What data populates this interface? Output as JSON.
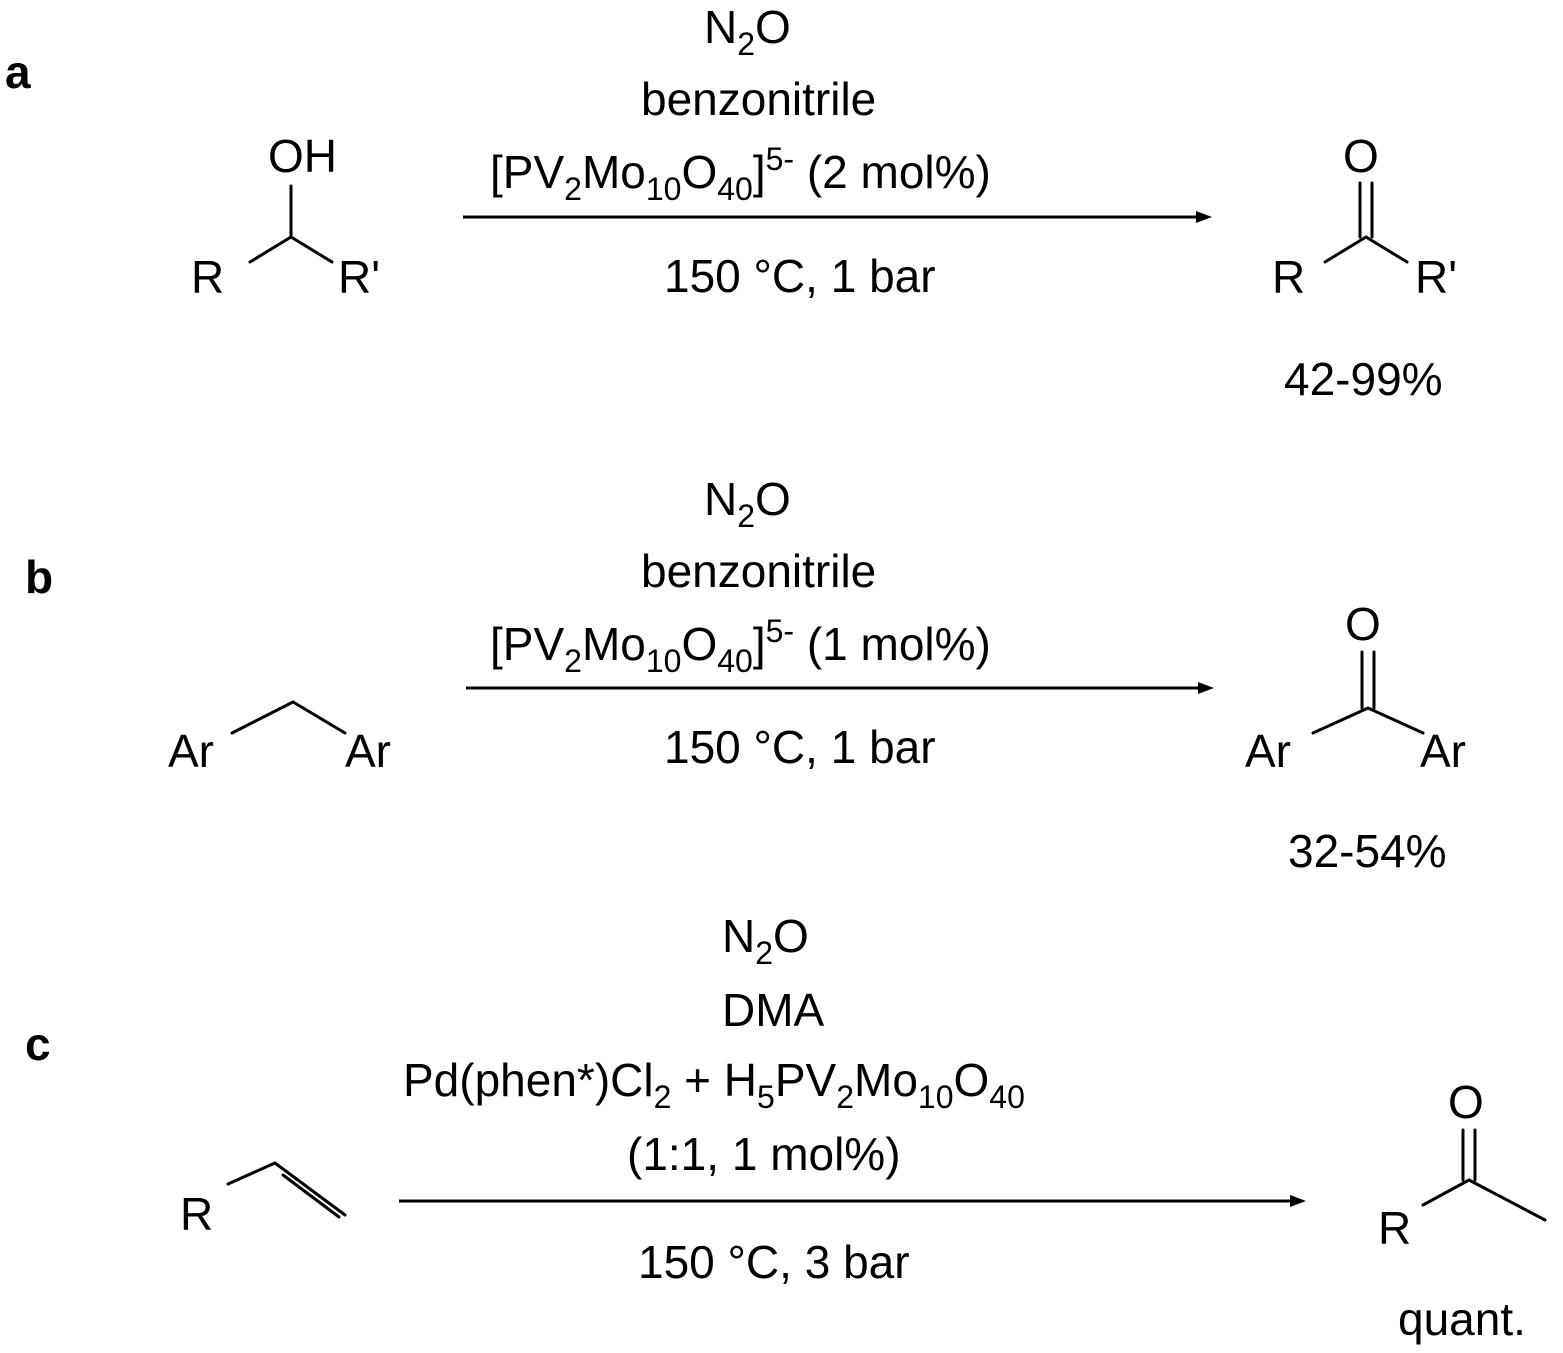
{
  "reactions": [
    {
      "label": "a",
      "conditions_above": {
        "oxidant": {
          "main": "N",
          "sub": "2",
          "tail": "O"
        },
        "solvent": "benzonitrile",
        "catalyst": {
          "p1": "[PV",
          "s1": "2",
          "p2": "Mo",
          "s2": "10",
          "p3": "O",
          "s3": "40",
          "p4": "]",
          "charge": "5-",
          "loading": " (2 mol%)"
        }
      },
      "conditions_below": "150 °C, 1 bar",
      "reactant": {
        "oh": "OH",
        "r1": "R",
        "r2": "R'"
      },
      "product": {
        "o": "O",
        "r1": "R",
        "r2": "R'"
      },
      "yield": "42-99%"
    },
    {
      "label": "b",
      "conditions_above": {
        "oxidant": {
          "main": "N",
          "sub": "2",
          "tail": "O"
        },
        "solvent": "benzonitrile",
        "catalyst": {
          "p1": "[PV",
          "s1": "2",
          "p2": "Mo",
          "s2": "10",
          "p3": "O",
          "s3": "40",
          "p4": "]",
          "charge": "5-",
          "loading": " (1 mol%)"
        }
      },
      "conditions_below": "150 °C, 1 bar",
      "reactant": {
        "r1": "Ar",
        "r2": "Ar"
      },
      "product": {
        "o": "O",
        "r1": "Ar",
        "r2": "Ar"
      },
      "yield": "32-54%"
    },
    {
      "label": "c",
      "conditions_above": {
        "oxidant": {
          "main": "N",
          "sub": "2",
          "tail": "O"
        },
        "solvent": "DMA",
        "catalyst": {
          "p1": "Pd(phen*)Cl",
          "s1": "2",
          "p2": " + H",
          "s2": "5",
          "p3": "PV",
          "s3": "2",
          "p4": "Mo",
          "s4": "10",
          "p5": "O",
          "s5": "40"
        },
        "ratio": "(1:1, 1 mol%)"
      },
      "conditions_below": "150 °C, 3 bar",
      "reactant": {
        "r": "R"
      },
      "product": {
        "o": "O",
        "r": "R"
      },
      "yield": "quant."
    }
  ]
}
